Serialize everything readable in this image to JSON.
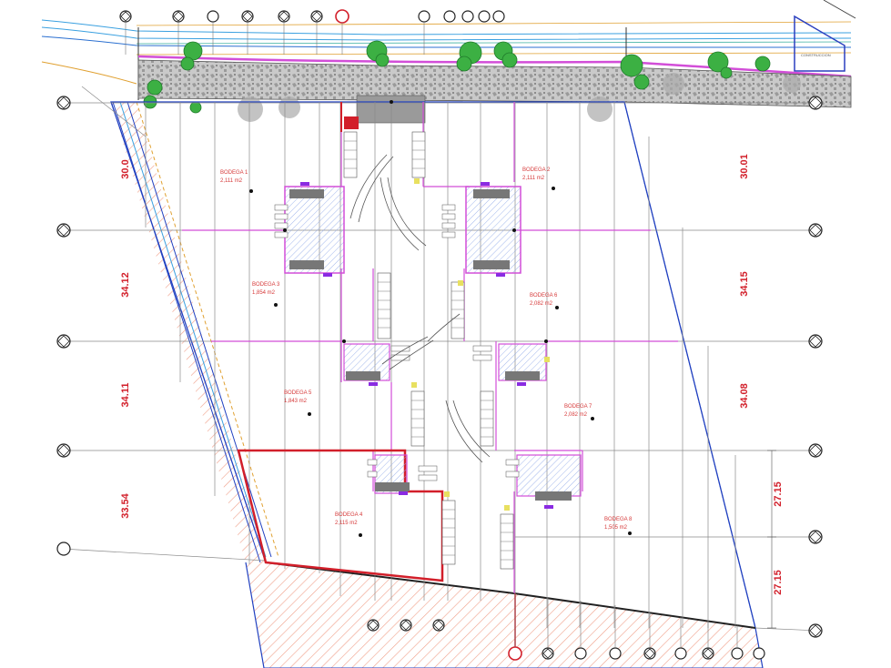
{
  "dimensions": {
    "left": [
      "30.0",
      "34.12",
      "34.11",
      "33.54"
    ],
    "right": [
      "30.01",
      "34.15",
      "34.08",
      "27.15",
      "27.15"
    ]
  },
  "bodegas": [
    {
      "name": "BODEGA 1",
      "area": "2,111 m2"
    },
    {
      "name": "BODEGA 2",
      "area": "2,111 m2"
    },
    {
      "name": "BODEGA 3",
      "area": "1,854 m2"
    },
    {
      "name": "BODEGA 4",
      "area": "2,115 m2"
    },
    {
      "name": "BODEGA 5",
      "area": "1,843 m2"
    },
    {
      "name": "BODEGA 6",
      "area": "2,082 m2"
    },
    {
      "name": "BODEGA 7",
      "area": "2,082 m2"
    },
    {
      "name": "BODEGA 8",
      "area": "1,505 m2"
    }
  ],
  "colors": {
    "red": "#d21f2a",
    "magenta": "#d24ed8",
    "purple": "#8a2be2",
    "blue": "#2040c0",
    "green": "#3cb043",
    "gray": "#888888",
    "hatch": "#f2a28a"
  },
  "icons": [
    "grid-bubble-icon",
    "tree-icon",
    "ramp-arrow-icon"
  ]
}
